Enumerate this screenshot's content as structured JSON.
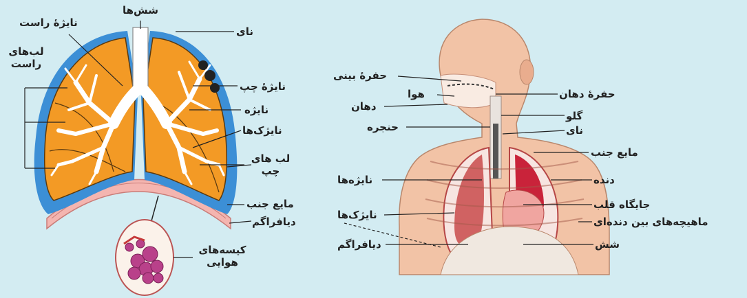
{
  "left_diagram": {
    "lungs": "شش‌ها",
    "right_bronchus": "نایژهٔ راست",
    "right_lobes_line1": "لب‌های",
    "right_lobes_line2": "راست",
    "trachea": "نای",
    "left_bronchus": "نایژهٔ چپ",
    "bronchus": "نایژه",
    "bronchioles": "نایژک‌ها",
    "left_lobes_line1": "لب های",
    "left_lobes_line2": "چپ",
    "pleural_fluid": "مایع جنب",
    "diaphragm": "دیافراگم",
    "alveoli_line1": "کیسه‌های",
    "alveoli_line2": "هوایی"
  },
  "right_diagram": {
    "nasal_cavity": "حفرهٔ بینی",
    "air": "هوا",
    "mouth": "دهان",
    "larynx": "حنجره",
    "bronchi": "نایژه‌ها",
    "bronchioles": "نایژک‌ها",
    "diaphragm": "دیافراگم",
    "oral_cavity": "حفرهٔ دهان",
    "throat": "گلو",
    "trachea": "نای",
    "pleural_fluid": "مایع جنب",
    "rib": "دنده",
    "heart_place": "جایگاه قلب",
    "intercostal_muscles": "ماهیچه‌های بین دنده‌ای",
    "lung": "شش"
  },
  "colors": {
    "background": "#d3ecf2",
    "lung_fill": "#f39a25",
    "pleura": "#3c8fd6",
    "bronchi": "#ffffff",
    "diaphragm": "#f4b5b0",
    "skin": "#f2c3a6"
  }
}
